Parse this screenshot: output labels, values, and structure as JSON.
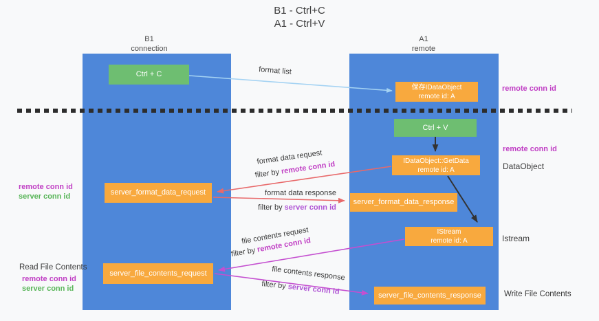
{
  "title": {
    "line1": "B1 - Ctrl+C",
    "line2": "A1 - Ctrl+V"
  },
  "lifelines": {
    "left": {
      "name": "B1",
      "role": "connection"
    },
    "right": {
      "name": "A1",
      "role": "remote"
    }
  },
  "nodes": {
    "ctrl_c": {
      "label": "Ctrl + C"
    },
    "ctrl_v": {
      "label": "Ctrl + V"
    },
    "saved_dataobject": {
      "line1": "保存IDataObject",
      "line2": "remote id: A"
    },
    "getdata": {
      "line1": "IDataObject::GetData",
      "line2": "remote id: A"
    },
    "istream": {
      "line1": "IStream",
      "line2": "remote id: A"
    },
    "format_request": {
      "label": "server_format_data_request"
    },
    "format_response": {
      "label": "server_format_data_response"
    },
    "file_request": {
      "label": "server_file_contents_request"
    },
    "file_response": {
      "label": "server_file_contents_response"
    }
  },
  "flow_labels": {
    "format_list": "format list",
    "format_request": "format data request",
    "format_response": "format data response",
    "file_request": "file contents request",
    "file_response": "file contents response",
    "filter_prefix": "filter by ",
    "remote_conn_id": "remote conn id",
    "server_conn_id": "server conn id"
  },
  "side_labels": {
    "left_format": {
      "remote": "remote conn id",
      "server": "server conn id"
    },
    "left_file": {
      "title": "Read File Contents",
      "remote": "remote conn id",
      "server": "server conn id"
    },
    "right_top_conn": "remote conn id",
    "right_mid_conn": "remote conn id",
    "dataobject": "DataObject",
    "istream": "Istream",
    "write_file": "Write File Contents"
  },
  "colors": {
    "lifeline_blue": "#4e87d9",
    "action_green": "#6ebe71",
    "message_orange": "#f8a93e",
    "arrow_red": "#e8696a",
    "arrow_magenta": "#c44fd0",
    "arrow_light_blue": "#a5d3f3",
    "arrow_black": "#333333",
    "remote_conn_magenta": "#c03fc4",
    "server_conn_green": "#58b558",
    "server_conn_purple": "#b055d5",
    "dash_black": "#2d2d2d"
  }
}
